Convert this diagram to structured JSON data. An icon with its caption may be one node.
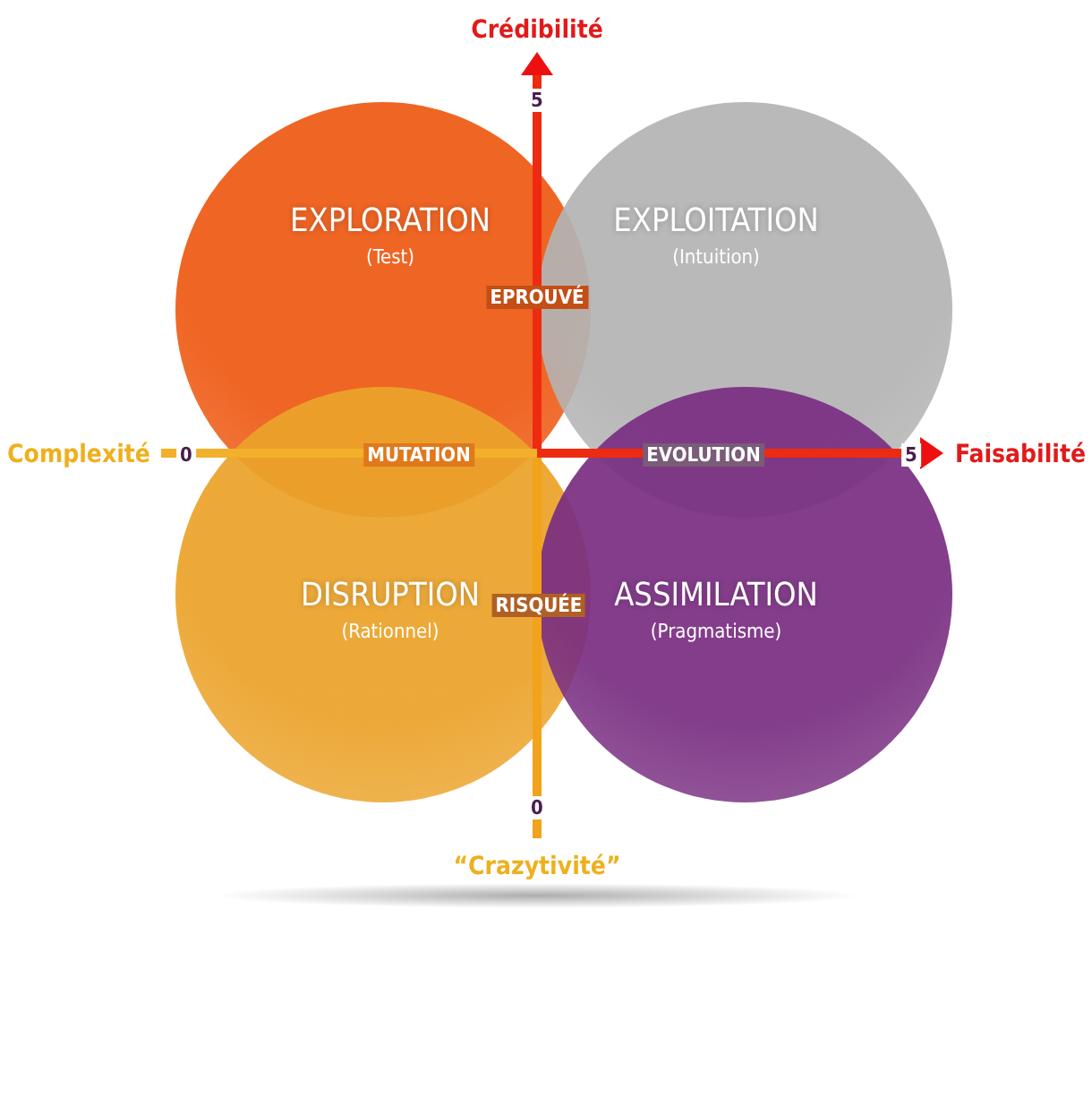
{
  "diagram": {
    "nodes": [
      {
        "text": [
          "EXPLORATION",
          "(Test)"
        ]
      },
      {
        "text": [
          "EXPLOITATION",
          "(Intuition)"
        ]
      },
      {
        "text": [
          "DISRUPTION",
          "(Rationnel)"
        ]
      },
      {
        "text": [
          "ASSIMILATION",
          "(Pragmatisme)"
        ]
      }
    ],
    "labels": [
      "Crédibilité",
      "5",
      "EPROUVÉ",
      "Complexité",
      "0",
      "MUTATION",
      "EVOLUTION",
      "5",
      "Faisabilité",
      "RISQUÉE",
      "0",
      "“Crazytivité”"
    ]
  }
}
